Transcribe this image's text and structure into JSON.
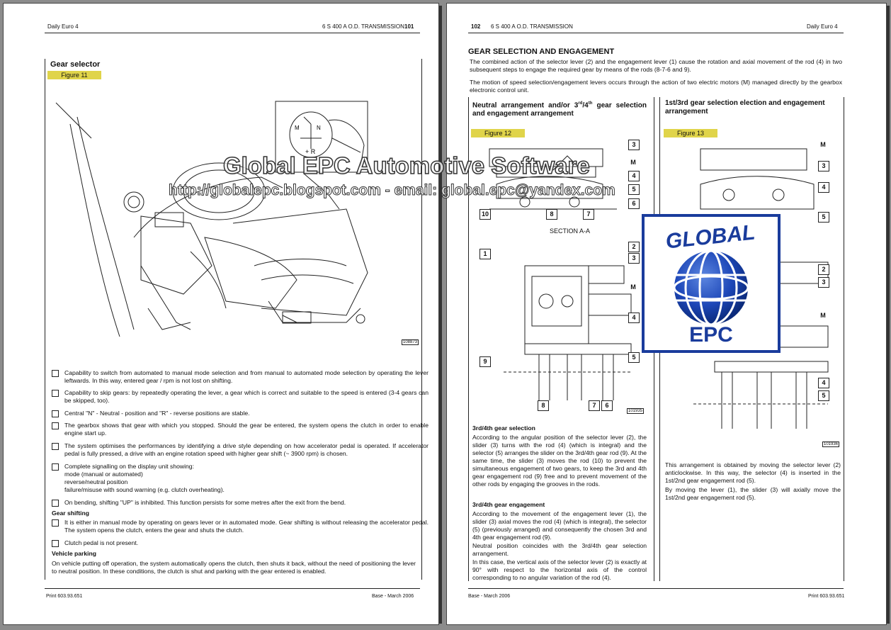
{
  "left_page": {
    "header_left": "Daily Euro 4",
    "header_right": "6 S 400 A O.D. TRANSMISSION",
    "page_number": "101",
    "section_title": "Gear selector",
    "figure_label": "Figure 11",
    "figure_code": "108873",
    "bullets": [
      "Capability to switch from automated to manual mode selection and from manual to automated mode selection by operating the lever leftwards. In this way, entered gear / rpm is not lost on shifting.",
      "Capability to skip gears: by repeatedly operating the lever, a gear which is correct and suitable to the speed is entered (3-4 gears can be skipped, too).",
      "Central \"N\"  -  Neutral - position and \"R\"  -  reverse positions are stable.",
      "The gearbox shows that gear with which you stopped. Should the gear be entered, the system opens the clutch in order to enable engine start up.",
      "The system optimises the performances by identifying a drive style depending on how accelerator pedal is operated. If accelerator pedal is fully pressed, a drive with an engine rotation speed with higher gear shift (~ 3900 rpm) is chosen.",
      "Complete signalling on the display unit showing:",
      "On bending, shifting \"UP\" is inhibited. This function persists for some metres after the exit from the bend."
    ],
    "signalling_lines": [
      "mode (manual or automated)",
      "reverse/neutral position",
      "failure/misuse with sound warning (e.g. clutch overheating)."
    ],
    "gear_shifting_title": "Gear shifting",
    "gear_shifting_bullets": [
      "It is either in manual mode by operating on gears lever or in automated mode. Gear shifting is without releasing the accelerator pedal. The system opens the clutch, enters the gear and shuts the clutch.",
      "Clutch pedal is not present."
    ],
    "vehicle_parking_title": "Vehicle parking",
    "vehicle_parking_text": "On vehicle putting off operation, the system automatically opens the clutch, then shuts it back, without the need of positioning the lever to neutral position. In these conditions, the clutch is shut and parking with the gear entered is enabled.",
    "footer_left": "Print 603.93.651",
    "footer_right": "Base - March 2006"
  },
  "right_page": {
    "page_number": "102",
    "header_center": "6 S 400 A O.D. TRANSMISSION",
    "header_right": "Daily Euro 4",
    "section_title": "GEAR SELECTION AND ENGAGEMENT",
    "intro_1": "The combined action of the selector lever (2) and the engagement lever (1) cause the rotation and axial movement of the rod (4) in two subsequent steps to engage the required gear by means of the rods (8-7-6 and 9).",
    "intro_2": "The motion of speed selection/engagement levers occurs through the action of two electric motors (M) managed directly by the gearbox electronic control unit.",
    "left_col_title_a": "Neutral arrangement and/or 3",
    "left_col_title_sup1": "rd",
    "left_col_title_b": "/4",
    "left_col_title_sup2": "th",
    "left_col_title_c": " gear selection and engagement arrangement",
    "fig12_label": "Figure 12",
    "section_aa": "SECTION A-A",
    "fig12_code": "101935",
    "sub1_title": "3rd/4th gear selection",
    "sub1_text": "According to the angular position of the selector lever (2), the slider (3) turns with the rod (4) (which is integral) and the selector (5) arranges the slider on the 3rd/4th gear rod (9). At the same time, the slider (3) moves the rod (10) to prevent the simultaneous engagement of two gears, to keep the 3rd and 4th gear engagement rod (9) free and to prevent movement of the other rods by engaging the grooves in the rods.",
    "sub2_title": "3rd/4th gear engagement",
    "sub2_text_1": "According to the movement of the engagement lever (1), the slider (3) axial moves the rod (4) (which is integral), the selector (5) (previously arranged) and consequently the chosen 3rd and 4th gear engagement rod (9).",
    "sub2_text_2": "Neutral position coincides with the 3rd/4th gear selection arrangement.",
    "sub2_text_3": "In this case, the vertical axis of the selector lever (2) is exactly at 90° with respect to the horizontal axis of the control corresponding to no angular variation of the rod (4).",
    "right_col_title": "1st/3rd gear selection election and engagement arrangement",
    "fig13_label": "Figure 13",
    "fig13_code": "101936",
    "right_text_1": "This arrangement is obtained by moving the selector lever (2) anticlockwise. In this way, the selector (4) is inserted in the 1st/2nd gear engagement rod (5).",
    "right_text_2": "By moving the lever (1), the slider (3) will axially move the 1st/2nd gear engagement rod (5).",
    "footer_left": "Base - March 2006",
    "footer_right": "Print 603.93.651",
    "callouts_fig12_top": [
      "3",
      "M",
      "4",
      "5",
      "6",
      "10",
      "8",
      "7"
    ],
    "callouts_fig12_main": [
      "1",
      "2",
      "3",
      "M",
      "4",
      "5",
      "9",
      "8",
      "7",
      "6"
    ],
    "callouts_fig13": [
      "M",
      "3",
      "4",
      "5",
      "2",
      "3",
      "M",
      "4",
      "5"
    ]
  },
  "watermark": {
    "line1": "Global EPC Automotive Software",
    "line2": "http://globalepc.blogspot.com - email: global.epc@yandex.com"
  },
  "logo": {
    "top_text": "GLOBAL",
    "bottom_text": "EPC",
    "color": "#1a3c9c"
  }
}
